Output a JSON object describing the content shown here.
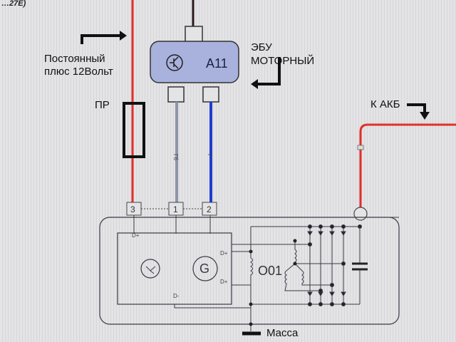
{
  "header_fragment": "…27E)",
  "labels": {
    "constant_plus": "Постоянный",
    "constant_plus_2": "плюс 12Вольт",
    "fuse": "ПР",
    "ecu_title": "ЭБУ",
    "ecu_title_2": "МОТОРНЫЙ",
    "battery": "К АКБ",
    "ground": "Масса"
  },
  "ecu": {
    "code": "A11"
  },
  "wires": [
    {
      "name": "constant-plus-wire",
      "color": "#e0302a"
    },
    {
      "name": "gray-wire",
      "color_label": "Гб",
      "color": "#8d95a8"
    },
    {
      "name": "blue-wire",
      "color_label": "Г",
      "color": "#1f3ed0"
    },
    {
      "name": "battery-wire",
      "color": "#e0302a"
    }
  ],
  "connector_pins": [
    "3",
    "1",
    "2"
  ],
  "generator": {
    "symbol": "G",
    "terminal_labels": [
      "D+",
      "D+",
      "D+",
      "D-"
    ],
    "winding_label": "O01"
  },
  "colors": {
    "line": "#3a3a48",
    "ecu_fill": "#a8b2dd",
    "red": "#e0302a",
    "blue": "#1f3ed0",
    "gray": "#8d95a8"
  }
}
